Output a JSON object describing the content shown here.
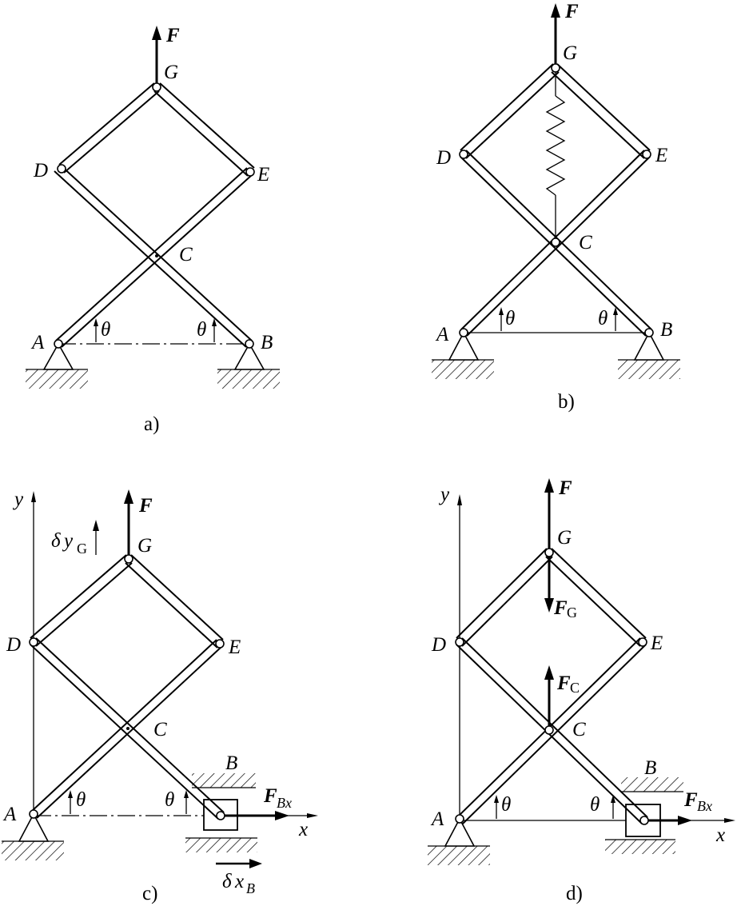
{
  "panels": [
    {
      "id": "a",
      "caption": "a)",
      "labels": {
        "F": "F",
        "G": "G",
        "D": "D",
        "E": "E",
        "C": "C",
        "A": "A",
        "B": "B",
        "theta_left": "θ",
        "theta_right": "θ"
      }
    },
    {
      "id": "b",
      "caption": "b)",
      "labels": {
        "F": "F",
        "G": "G",
        "D": "D",
        "E": "E",
        "C": "C",
        "A": "A",
        "B": "B",
        "theta_left": "θ",
        "theta_right": "θ"
      }
    },
    {
      "id": "c",
      "caption": "c)",
      "labels": {
        "F": "F",
        "G": "G",
        "D": "D",
        "E": "E",
        "C": "C",
        "A": "A",
        "B": "B",
        "theta_left": "θ",
        "theta_right": "θ",
        "y_axis": "y",
        "x_axis": "x",
        "delta": "δ",
        "delta_y_main": "y",
        "delta_y_sub": "G",
        "FBx_main": "F",
        "FBx_sub": "Bx",
        "delta_x_main": "x",
        "delta_x_sub": "B"
      }
    },
    {
      "id": "d",
      "caption": "d)",
      "labels": {
        "F": "F",
        "G": "G",
        "D": "D",
        "E": "E",
        "C": "C",
        "A": "A",
        "B": "B",
        "theta_left": "θ",
        "theta_right": "θ",
        "y_axis": "y",
        "x_axis": "x",
        "FG_main": "F",
        "FG_sub": "G",
        "FC_main": "F",
        "FC_sub": "C",
        "FBx_main": "F",
        "FBx_sub": "Bx"
      }
    }
  ]
}
